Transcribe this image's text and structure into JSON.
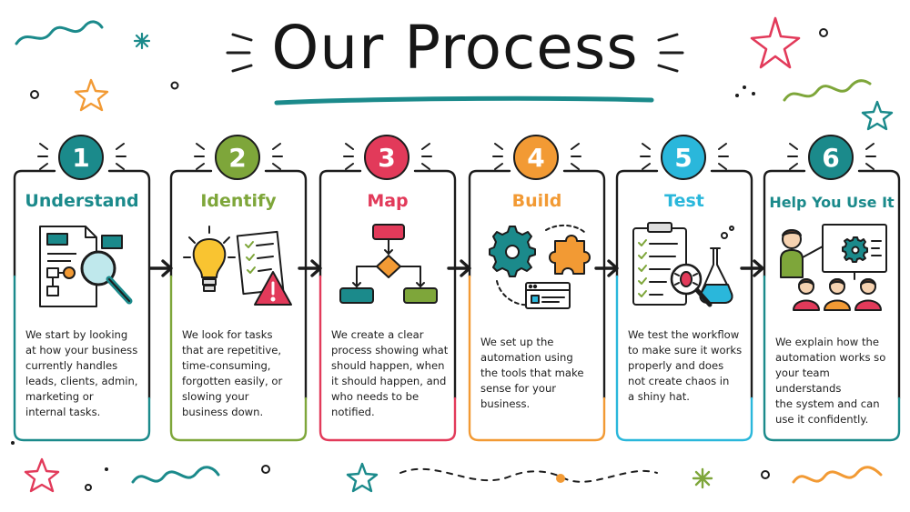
{
  "title": "Our Process",
  "colors": {
    "step1": "#1b8a8b",
    "step2": "#7ea63a",
    "step3": "#e23a5a",
    "step4": "#f29a34",
    "step5": "#2ab7db",
    "step6": "#1b8a8b",
    "ink": "#1c1c1c"
  },
  "steps": [
    {
      "number": "1",
      "title": "Understand",
      "description": "We start by looking\nat how your business\ncurrently handles\nleads, clients, admin,\nmarketing or\ninternal tasks.",
      "icon": "document-magnifier-icon"
    },
    {
      "number": "2",
      "title": "Identify",
      "description": "We look for tasks\nthat are repetitive,\ntime-consuming,\nforgotten easily, or\nslowing your\nbusiness down.",
      "icon": "lightbulb-checklist-warning-icon"
    },
    {
      "number": "3",
      "title": "Map",
      "description": "We create a clear\nprocess showing what\nshould happen, when\nit should happen, and\nwho needs to be\nnotified.",
      "icon": "flowchart-icon"
    },
    {
      "number": "4",
      "title": "Build",
      "description": "We set up the\nautomation using\nthe tools that make\nsense for your\nbusiness.",
      "icon": "gear-puzzle-window-icon"
    },
    {
      "number": "5",
      "title": "Test",
      "description": "We test the workflow\nto make sure it works\nproperly and does\nnot create chaos in\na shiny hat.",
      "icon": "clipboard-bug-flask-icon"
    },
    {
      "number": "6",
      "title": "Help You Use It",
      "description": "We explain how the\nautomation works so\nyour team understands\nthe system and can\nuse it confidently.",
      "icon": "presenter-team-icon"
    }
  ]
}
